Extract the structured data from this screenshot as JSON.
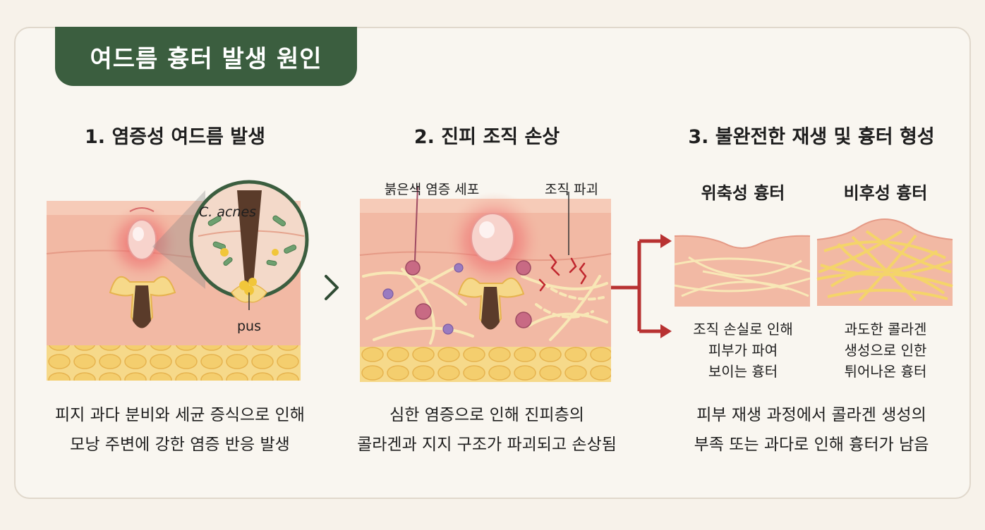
{
  "title": "여드름 흉터 발생 원인",
  "steps": [
    {
      "title": "1. 염증성 여드름 발생",
      "bacteria_label": "C. acnes",
      "pus_label": "pus",
      "caption": [
        "피지 과다 분비와 세균 증식으로 인해",
        "모낭 주변에 강한 염증 반응 발생"
      ]
    },
    {
      "title": "2. 진피 조직 손상",
      "cells_label": "붉은색 염증 세포",
      "destroy_label": "조직 파괴",
      "caption": [
        "심한 염증으로 인해 진피층의",
        "콜라겐과 지지 구조가 파괴되고 손상됨"
      ]
    },
    {
      "title": "3. 불완전한 재생 및 흉터 형성",
      "atrophic": {
        "label": "위축성 흉터",
        "desc": [
          "조직 손실로 인해",
          "피부가 파여",
          "보이는 흉터"
        ]
      },
      "hypertrophic": {
        "label": "비후성 흉터",
        "desc": [
          "과도한 콜라겐",
          "생성으로 인한",
          "튀어나온 흉터"
        ]
      },
      "caption": [
        "피부 재생 과정에서 콜라겐 생성의",
        "부족 또는 과다로 인해 흉터가 남음"
      ]
    }
  ],
  "colors": {
    "banner": "#3b5e3f",
    "skin": "#f2b9a4",
    "fat": "#f3d27a",
    "inflammation": "#e8424a",
    "arrow": "#b83232",
    "chevron": "#2f4b33"
  }
}
